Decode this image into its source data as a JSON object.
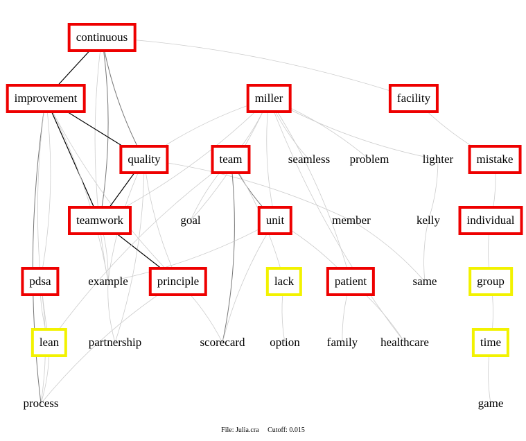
{
  "colors": {
    "red": "#ee0000",
    "yellow": "#f2f200",
    "edge_strong": "#000000",
    "edge_medium": "#777777",
    "edge_light": "#cccccc"
  },
  "nodes": [
    {
      "id": "continuous",
      "label": "continuous",
      "border": "red"
    },
    {
      "id": "improvement",
      "label": "improvement",
      "border": "red"
    },
    {
      "id": "miller",
      "label": "miller",
      "border": "red"
    },
    {
      "id": "facility",
      "label": "facility",
      "border": "red"
    },
    {
      "id": "quality",
      "label": "quality",
      "border": "red"
    },
    {
      "id": "team",
      "label": "team",
      "border": "red"
    },
    {
      "id": "seamless",
      "label": "seamless",
      "border": "none"
    },
    {
      "id": "problem",
      "label": "problem",
      "border": "none"
    },
    {
      "id": "lighter",
      "label": "lighter",
      "border": "none"
    },
    {
      "id": "mistake",
      "label": "mistake",
      "border": "red"
    },
    {
      "id": "teamwork",
      "label": "teamwork",
      "border": "red"
    },
    {
      "id": "goal",
      "label": "goal",
      "border": "none"
    },
    {
      "id": "unit",
      "label": "unit",
      "border": "red"
    },
    {
      "id": "member",
      "label": "member",
      "border": "none"
    },
    {
      "id": "kelly",
      "label": "kelly",
      "border": "none"
    },
    {
      "id": "individual",
      "label": "individual",
      "border": "red"
    },
    {
      "id": "pdsa",
      "label": "pdsa",
      "border": "red"
    },
    {
      "id": "example",
      "label": "example",
      "border": "none"
    },
    {
      "id": "principle",
      "label": "principle",
      "border": "red"
    },
    {
      "id": "lack",
      "label": "lack",
      "border": "yellow"
    },
    {
      "id": "patient",
      "label": "patient",
      "border": "red"
    },
    {
      "id": "same",
      "label": "same",
      "border": "none"
    },
    {
      "id": "group",
      "label": "group",
      "border": "yellow"
    },
    {
      "id": "lean",
      "label": "lean",
      "border": "yellow"
    },
    {
      "id": "partnership",
      "label": "partnership",
      "border": "none"
    },
    {
      "id": "scorecard",
      "label": "scorecard",
      "border": "none"
    },
    {
      "id": "option",
      "label": "option",
      "border": "none"
    },
    {
      "id": "family",
      "label": "family",
      "border": "none"
    },
    {
      "id": "healthcare",
      "label": "healthcare",
      "border": "none"
    },
    {
      "id": "time",
      "label": "time",
      "border": "yellow"
    },
    {
      "id": "process",
      "label": "process",
      "border": "none"
    },
    {
      "id": "game",
      "label": "game",
      "border": "none"
    }
  ],
  "edges": [
    {
      "from": "continuous",
      "to": "improvement",
      "weight": "strong"
    },
    {
      "from": "continuous",
      "to": "quality",
      "weight": "medium"
    },
    {
      "from": "continuous",
      "to": "teamwork",
      "weight": "medium"
    },
    {
      "from": "continuous",
      "to": "example",
      "weight": "light"
    },
    {
      "from": "continuous",
      "to": "facility",
      "weight": "light"
    },
    {
      "from": "improvement",
      "to": "quality",
      "weight": "strong"
    },
    {
      "from": "improvement",
      "to": "teamwork",
      "weight": "strong"
    },
    {
      "from": "improvement",
      "to": "process",
      "weight": "medium"
    },
    {
      "from": "improvement",
      "to": "pdsa",
      "weight": "light"
    },
    {
      "from": "improvement",
      "to": "lean",
      "weight": "light"
    },
    {
      "from": "improvement",
      "to": "example",
      "weight": "light"
    },
    {
      "from": "improvement",
      "to": "principle",
      "weight": "light"
    },
    {
      "from": "quality",
      "to": "teamwork",
      "weight": "strong"
    },
    {
      "from": "quality",
      "to": "principle",
      "weight": "light"
    },
    {
      "from": "quality",
      "to": "member",
      "weight": "light"
    },
    {
      "from": "quality",
      "to": "example",
      "weight": "light"
    },
    {
      "from": "quality",
      "to": "partnership",
      "weight": "light"
    },
    {
      "from": "teamwork",
      "to": "principle",
      "weight": "strong"
    },
    {
      "from": "teamwork",
      "to": "example",
      "weight": "light"
    },
    {
      "from": "miller",
      "to": "quality",
      "weight": "light"
    },
    {
      "from": "miller",
      "to": "team",
      "weight": "light"
    },
    {
      "from": "miller",
      "to": "seamless",
      "weight": "light"
    },
    {
      "from": "miller",
      "to": "problem",
      "weight": "light"
    },
    {
      "from": "miller",
      "to": "lighter",
      "weight": "light"
    },
    {
      "from": "miller",
      "to": "goal",
      "weight": "light"
    },
    {
      "from": "miller",
      "to": "unit",
      "weight": "light"
    },
    {
      "from": "miller",
      "to": "patient",
      "weight": "light"
    },
    {
      "from": "miller",
      "to": "healthcare",
      "weight": "light"
    },
    {
      "from": "miller",
      "to": "teamwork",
      "weight": "light"
    },
    {
      "from": "team",
      "to": "unit",
      "weight": "medium"
    },
    {
      "from": "team",
      "to": "scorecard",
      "weight": "medium"
    },
    {
      "from": "team",
      "to": "goal",
      "weight": "light"
    },
    {
      "from": "team",
      "to": "lack",
      "weight": "light"
    },
    {
      "from": "team",
      "to": "lean",
      "weight": "light"
    },
    {
      "from": "unit",
      "to": "patient",
      "weight": "light"
    },
    {
      "from": "unit",
      "to": "scorecard",
      "weight": "light"
    },
    {
      "from": "unit",
      "to": "example",
      "weight": "light"
    },
    {
      "from": "facility",
      "to": "mistake",
      "weight": "light"
    },
    {
      "from": "mistake",
      "to": "individual",
      "weight": "light"
    },
    {
      "from": "individual",
      "to": "group",
      "weight": "light"
    },
    {
      "from": "group",
      "to": "time",
      "weight": "light"
    },
    {
      "from": "time",
      "to": "game",
      "weight": "light"
    },
    {
      "from": "lighter",
      "to": "kelly",
      "weight": "light"
    },
    {
      "from": "kelly",
      "to": "same",
      "weight": "light"
    },
    {
      "from": "member",
      "to": "same",
      "weight": "light"
    },
    {
      "from": "patient",
      "to": "family",
      "weight": "light"
    },
    {
      "from": "patient",
      "to": "healthcare",
      "weight": "light"
    },
    {
      "from": "lack",
      "to": "option",
      "weight": "light"
    },
    {
      "from": "pdsa",
      "to": "process",
      "weight": "light"
    },
    {
      "from": "pdsa",
      "to": "lean",
      "weight": "light"
    },
    {
      "from": "lean",
      "to": "process",
      "weight": "light"
    },
    {
      "from": "principle",
      "to": "process",
      "weight": "light"
    },
    {
      "from": "principle",
      "to": "scorecard",
      "weight": "light"
    },
    {
      "from": "example",
      "to": "partnership",
      "weight": "light"
    }
  ],
  "footer": {
    "file": "File: Julia.cra",
    "cutoff": "Cutoff: 0.015"
  }
}
